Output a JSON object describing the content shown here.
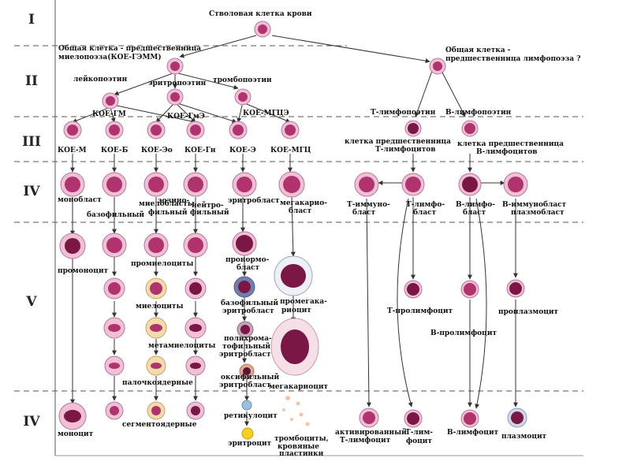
{
  "rows": {
    "r1": "I",
    "r2": "II",
    "r3": "III",
    "r4": "IV",
    "r5": "V",
    "r6": "IV"
  },
  "texts": {
    "stem": "Стволовая клетка крови",
    "myelo_1": "Общая клетка - предшественница",
    "myelo_2": "миелопоэза(КОЕ-ГЭММ)",
    "lympho_1": "Общая клетка -",
    "lympho_2": "предшественница лимфопоэза ?",
    "leukopoietin": "лейкопоэтин",
    "erythropoietin": "эритропоэтин",
    "thrombopoietin": "тромбопоэтин",
    "koe_gm": "КОЕ-ГМ",
    "koe_gme": "КОЕ-ГмЭ",
    "koe_mgce": "КОЕ-МГЦЭ",
    "t_lymphopoietin": "Т-лимфопоэтин",
    "b_lymphopoietin": "В-лимфопоэтин",
    "koe_m": "КОЕ-М",
    "koe_b": "КОЕ-Б",
    "koe_eo": "КОЕ-Эо",
    "koe_gn": "КОЕ-Гн",
    "koe_e": "КОЕ-Э",
    "koe_mgc": "КОЕ-МГЦ",
    "t_prec_1": "клетка предшественница",
    "t_prec_2": "Т-лимфоцитов",
    "b_prec_1": "клетка предшественница",
    "b_prec_2": "В-лимфоцитов",
    "monoblast": "монобласт",
    "myeloblasts": "миелобласты",
    "basophilic": "базофильный",
    "eosino_1": "эозино-",
    "eosino_2": "фильный",
    "neutro_1": "нейтро-",
    "neutro_2": "фильный",
    "erythroblast": "эритробласт",
    "megakaryo_1": "мегакарио-",
    "megakaryo_2": "бласт",
    "t_immuno_1": "Т-иммуно-",
    "t_immuno_2": "бласт",
    "t_lympho_1": "Т-лимфо-",
    "t_lympho_2": "бласт",
    "b_lympho_1": "В-лимфо-",
    "b_lympho_2": "бласт",
    "b_immuno_1": "В-иммунобласт",
    "b_immuno_2": "плазмобласт",
    "promonocyte": "промоноцит",
    "promyelocytes": "промиелоциты",
    "pronormo_1": "пронормо-",
    "pronormo_2": "бласт",
    "myelocytes": "миелоциты",
    "baso_ery_1": "базофильный",
    "baso_ery_2": "эритробласт",
    "promega_1": "промегака-",
    "promega_2": "риоцит",
    "t_prolymphocyte": "Т-пролимфоцит",
    "proplasmocyte": "проплазмоцит",
    "b_prolymphocyte": "В-пролимфоцит",
    "metamyelocytes": "метамиелоциты",
    "poly_1": "полихрома-",
    "poly_2": "тофильный",
    "poly_3": "эритробласт",
    "band": "палочкоядерные",
    "oxy_1": "оксифильный",
    "oxy_2": "эритробласт",
    "megakaryocyte": "мегакариоцит",
    "monocyte": "моноцит",
    "segmented": "сегментоядерные",
    "reticulocyte": "ретикулоцит",
    "erythrocyte": "эритроцит",
    "platelets_1": "тромбоциты,",
    "platelets_2": "кровяные",
    "platelets_3": "пластинки",
    "act_t_1": "активированный",
    "act_t_2": "Т-лимфоцит",
    "t_lymphocyte_1": "Т-лим-",
    "t_lymphocyte_2": "фоцит",
    "b_lymphocyte": "В-лимфоцит",
    "plasmocyte": "плазмоцит"
  },
  "colors": {
    "cytoplasm": "#f1bfd6",
    "nucleus": "#b0336e",
    "dark_nucleus": "#7a1745",
    "line": "#333333",
    "dash": "#555555"
  }
}
